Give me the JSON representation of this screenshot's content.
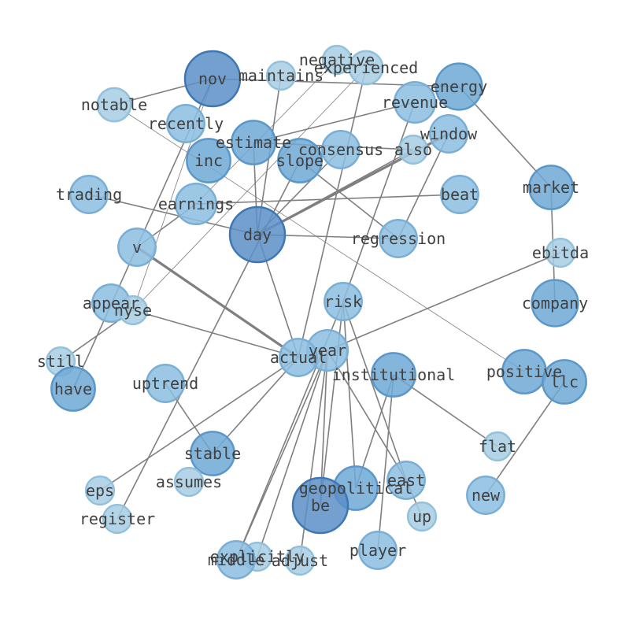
{
  "palette": {
    "edge": "#7f7f7f",
    "label": "#404040",
    "levels": [
      "#a6cee3",
      "#8bbde0",
      "#6fa9d6",
      "#5a8fc6"
    ],
    "strokes": [
      "#93c1dc",
      "#7aaed4",
      "#5b98c9",
      "#3f77b3"
    ]
  },
  "network": {
    "nodes": [
      {
        "id": "nov",
        "label": "nov",
        "importance": 10
      },
      {
        "id": "maintains",
        "label": "maintains",
        "importance": 1
      },
      {
        "id": "negative",
        "label": "negative",
        "importance": 1
      },
      {
        "id": "experienced",
        "label": "experienced",
        "importance": 2
      },
      {
        "id": "energy",
        "label": "energy",
        "importance": 6
      },
      {
        "id": "notable",
        "label": "notable",
        "importance": 2
      },
      {
        "id": "revenue",
        "label": "revenue",
        "importance": 4
      },
      {
        "id": "recently",
        "label": "recently",
        "importance": 3
      },
      {
        "id": "window",
        "label": "window",
        "importance": 3
      },
      {
        "id": "estimate",
        "label": "estimate",
        "importance": 5
      },
      {
        "id": "consensus",
        "label": "consensus",
        "importance": 3
      },
      {
        "id": "also",
        "label": "also",
        "importance": 1
      },
      {
        "id": "inc",
        "label": "inc",
        "importance": 5
      },
      {
        "id": "slope",
        "label": "slope",
        "importance": 5
      },
      {
        "id": "market",
        "label": "market",
        "importance": 5
      },
      {
        "id": "trading",
        "label": "trading",
        "importance": 3
      },
      {
        "id": "earnings",
        "label": "earnings",
        "importance": 4
      },
      {
        "id": "beat",
        "label": "beat",
        "importance": 3
      },
      {
        "id": "day",
        "label": "day",
        "importance": 10
      },
      {
        "id": "regression",
        "label": "regression",
        "importance": 3
      },
      {
        "id": "v",
        "label": "v",
        "importance": 3
      },
      {
        "id": "ebitda",
        "label": "ebitda",
        "importance": 1
      },
      {
        "id": "company",
        "label": "company",
        "importance": 6
      },
      {
        "id": "appear",
        "label": "appear",
        "importance": 3
      },
      {
        "id": "nyse",
        "label": "nyse",
        "importance": 1
      },
      {
        "id": "risk",
        "label": "risk",
        "importance": 3
      },
      {
        "id": "year",
        "label": "year",
        "importance": 4
      },
      {
        "id": "actual",
        "label": "actual",
        "importance": 3
      },
      {
        "id": "still",
        "label": "still",
        "importance": 1
      },
      {
        "id": "positive",
        "label": "positive",
        "importance": 5
      },
      {
        "id": "institutional",
        "label": "institutional",
        "importance": 5
      },
      {
        "id": "llc",
        "label": "llc",
        "importance": 5
      },
      {
        "id": "have",
        "label": "have",
        "importance": 5
      },
      {
        "id": "uptrend",
        "label": "uptrend",
        "importance": 3
      },
      {
        "id": "stable",
        "label": "stable",
        "importance": 5
      },
      {
        "id": "flat",
        "label": "flat",
        "importance": 1
      },
      {
        "id": "eps",
        "label": "eps",
        "importance": 1
      },
      {
        "id": "assumes",
        "label": "assumes",
        "importance": 1
      },
      {
        "id": "geopolitical",
        "label": "geopolitical",
        "importance": 5
      },
      {
        "id": "east",
        "label": "east",
        "importance": 3
      },
      {
        "id": "new",
        "label": "new",
        "importance": 3
      },
      {
        "id": "be",
        "label": "be",
        "importance": 10
      },
      {
        "id": "up",
        "label": "up",
        "importance": 1
      },
      {
        "id": "register",
        "label": "register",
        "importance": 1
      },
      {
        "id": "player",
        "label": "player",
        "importance": 3
      },
      {
        "id": "explicitly",
        "label": "explicitly",
        "importance": 1
      },
      {
        "id": "middle",
        "label": "middle",
        "importance": 3
      },
      {
        "id": "adjust",
        "label": "adjust",
        "importance": 1
      }
    ],
    "edges": [
      [
        "nov",
        "notable",
        1
      ],
      [
        "nov",
        "energy",
        1
      ],
      [
        "nov",
        "nyse",
        0.5
      ],
      [
        "nov",
        "have",
        1
      ],
      [
        "maintains",
        "day",
        1
      ],
      [
        "experienced",
        "actual",
        1
      ],
      [
        "experienced",
        "nyse",
        0.5
      ],
      [
        "negative",
        "earnings",
        0.5
      ],
      [
        "energy",
        "market",
        1
      ],
      [
        "market",
        "company",
        1
      ],
      [
        "revenue",
        "estimate",
        1
      ],
      [
        "revenue",
        "risk",
        1
      ],
      [
        "window",
        "day",
        2
      ],
      [
        "window",
        "regression",
        1
      ],
      [
        "estimate",
        "also",
        1
      ],
      [
        "estimate",
        "day",
        1
      ],
      [
        "consensus",
        "day",
        1
      ],
      [
        "also",
        "day",
        1
      ],
      [
        "slope",
        "regression",
        1
      ],
      [
        "slope",
        "register",
        1
      ],
      [
        "trading",
        "day",
        1
      ],
      [
        "earnings",
        "beat",
        1
      ],
      [
        "day",
        "regression",
        1
      ],
      [
        "day",
        "actual",
        1
      ],
      [
        "v",
        "actual",
        2
      ],
      [
        "v",
        "earnings",
        1
      ],
      [
        "notable",
        "positive",
        0.5
      ],
      [
        "ebitda",
        "year",
        1
      ],
      [
        "nyse",
        "actual",
        1
      ],
      [
        "nyse",
        "still",
        1
      ],
      [
        "actual",
        "eps",
        1
      ],
      [
        "actual",
        "stable",
        1
      ],
      [
        "risk",
        "be",
        1
      ],
      [
        "risk",
        "east",
        1
      ],
      [
        "risk",
        "middle",
        1
      ],
      [
        "risk",
        "geopolitical",
        1
      ],
      [
        "year",
        "middle",
        1
      ],
      [
        "year",
        "explicitly",
        1
      ],
      [
        "year",
        "adjust",
        1
      ],
      [
        "year",
        "be",
        1
      ],
      [
        "year",
        "east",
        1
      ],
      [
        "institutional",
        "flat",
        1
      ],
      [
        "institutional",
        "geopolitical",
        1
      ],
      [
        "institutional",
        "player",
        1
      ],
      [
        "uptrend",
        "stable",
        1
      ],
      [
        "llc",
        "new",
        1
      ],
      [
        "east",
        "up",
        1
      ]
    ]
  }
}
